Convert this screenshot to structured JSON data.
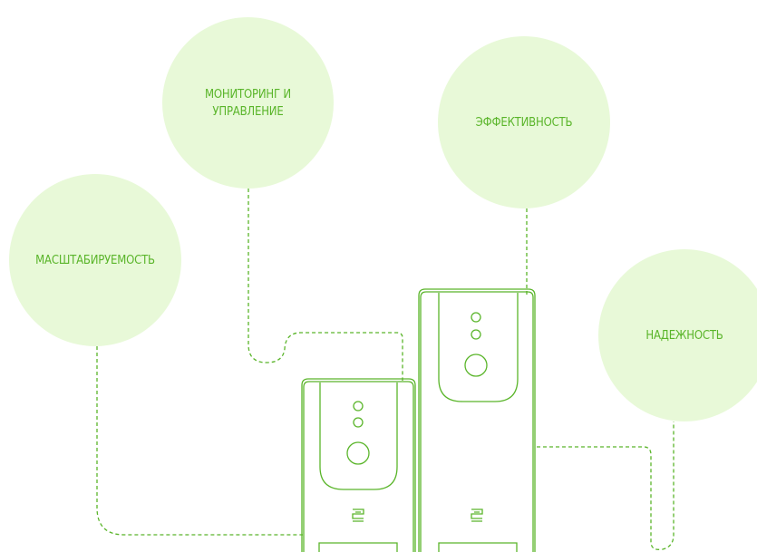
{
  "features": {
    "monitoring": "МОНИТОРИНГ И\nУПРАВЛЕНИЕ",
    "efficiency": "ЭФФЕКТИВНОСТЬ",
    "scalability": "МАСШТАБИРУЕМОСТЬ",
    "reliability": "НАДЕЖНОСТЬ"
  },
  "colors": {
    "bubble_fill": "#e8f9d8",
    "accent_green": "#5ab52a"
  },
  "icons": {
    "device_logo": "stylized-brand-logo-icon"
  }
}
